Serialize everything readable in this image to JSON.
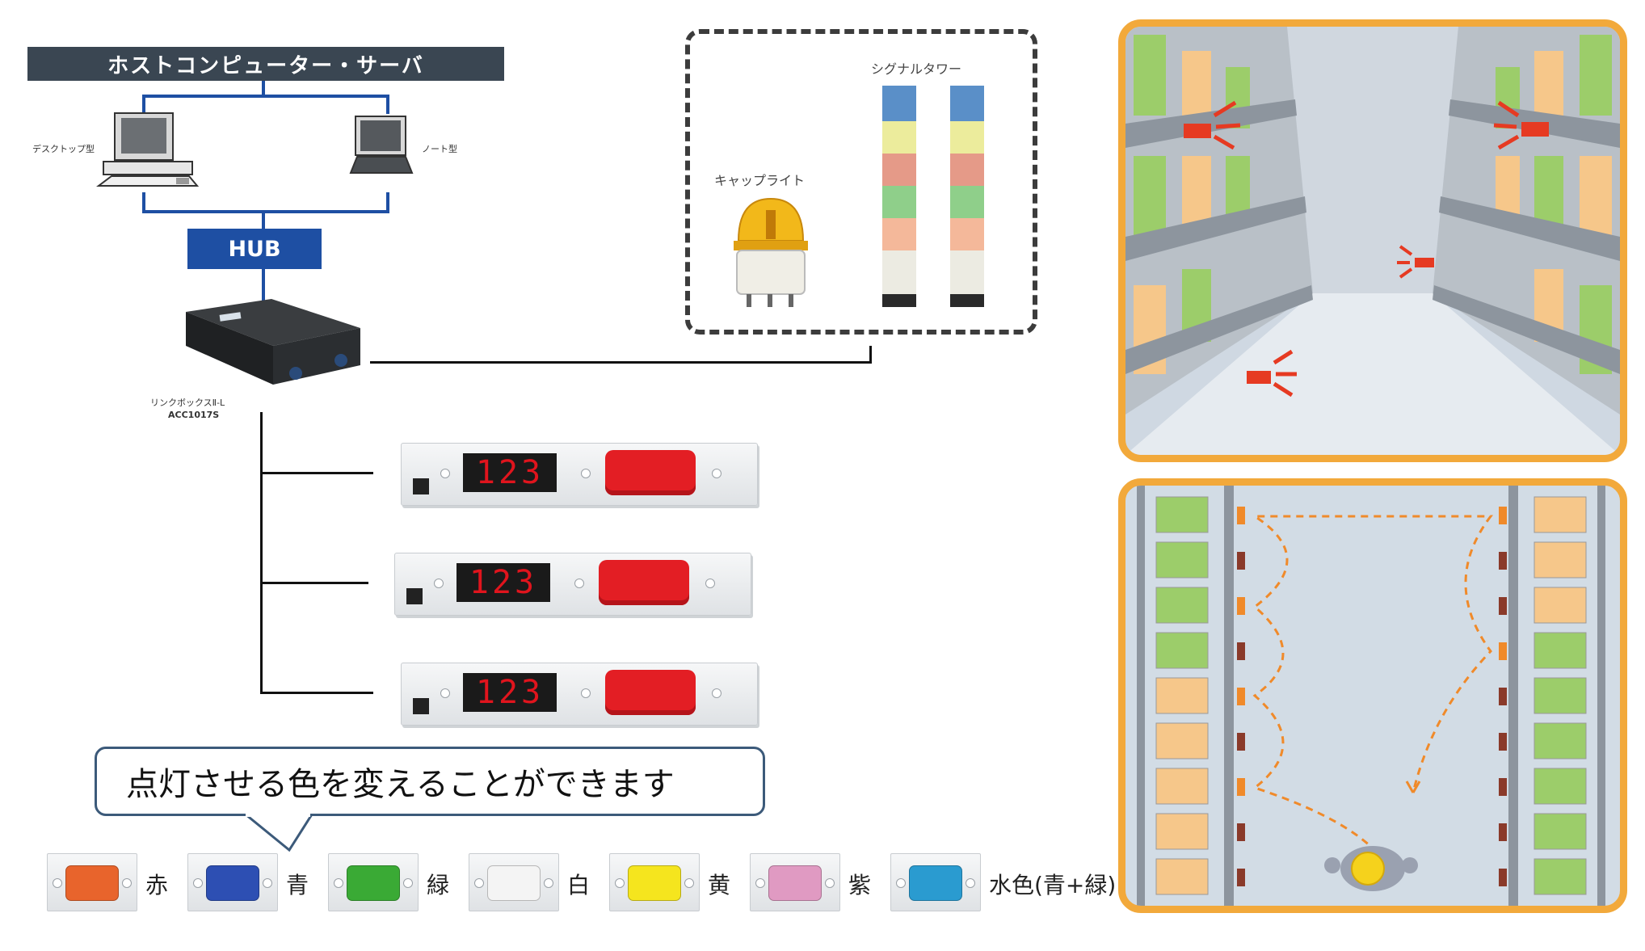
{
  "network": {
    "server_title": "ホストコンピューター・サーバ",
    "desktop_label": "デスクトップ型",
    "notebook_label": "ノート型",
    "hub_label": "HUB",
    "linkbox_name": "リンクボックスⅡ-L",
    "linkbox_model": "ACC1017S"
  },
  "lights": {
    "cap_light_label": "キャップライト",
    "signal_tower_label": "シグナルタワー"
  },
  "indicators": {
    "display_value": "123",
    "count": 3
  },
  "callout_text": "点灯させる色を変えることができます",
  "colors": [
    {
      "label": "赤",
      "color": "#e8642c"
    },
    {
      "label": "青",
      "color": "#2d4fb3"
    },
    {
      "label": "緑",
      "color": "#3aaa35"
    },
    {
      "label": "白",
      "color": "#f4f4f4"
    },
    {
      "label": "黄",
      "color": "#f5e51e"
    },
    {
      "label": "紫",
      "color": "#e09ac2"
    },
    {
      "label": "水色(青+緑)",
      "color": "#2a9bd0"
    }
  ],
  "theme": {
    "panel_border": "#f2a93b",
    "shelf_gray": "#8d959e",
    "box_green": "#9ccd6a",
    "box_orange": "#f6c78a",
    "alert_red": "#e63a22"
  }
}
